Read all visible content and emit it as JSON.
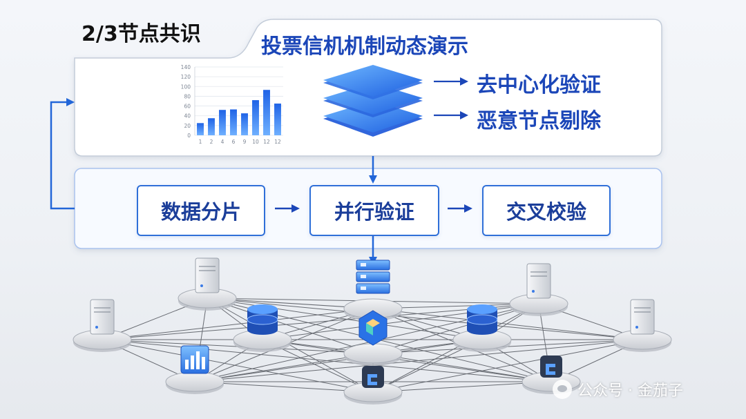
{
  "header": {
    "tab_title": "2/3节点共识",
    "main_title": "投票信机机制动态演示"
  },
  "top_panel": {
    "outputs": [
      "去中心化验证",
      "恶意节点剔除"
    ],
    "mini_chart_data": {
      "type": "bar",
      "categories": [
        "1",
        "2",
        "4",
        "6",
        "9",
        "10",
        "12",
        "12"
      ],
      "values": [
        25,
        35,
        52,
        53,
        45,
        72,
        93,
        65
      ],
      "ylim": [
        0,
        140
      ],
      "y_ticks": [
        "0",
        "20",
        "40",
        "60",
        "80",
        "100",
        "120",
        "140"
      ],
      "grid": true,
      "bar_color": "#2a6fe0"
    }
  },
  "process_steps": [
    "数据分片",
    "并行验证",
    "交叉校验"
  ],
  "network": {
    "icons": [
      "server-icon",
      "database-icon",
      "chart-icon",
      "storage-stack-icon",
      "cube-icon",
      "node-logo-icon"
    ]
  },
  "watermark": {
    "text": "公众号 · 金茄子"
  },
  "colors": {
    "accent": "#1b46b8",
    "box_border": "#2f6fd8",
    "panel_border": "#a9c2ee",
    "connector": "#2266d8"
  }
}
